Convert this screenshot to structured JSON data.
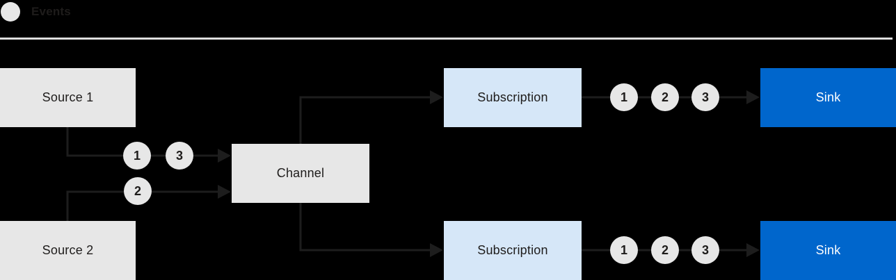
{
  "legend": {
    "label": "Events"
  },
  "colors": {
    "background": "#000000",
    "box_gray": "#E7E7E7",
    "subscription_blue": "#D6E7F8",
    "sink_blue": "#0066CC",
    "line": "#1D1D1D",
    "divider": "#DEDEDE",
    "text_dark": "#1E1C1B",
    "text_light": "#FFFFFF"
  },
  "nodes": {
    "source1": {
      "label": "Source 1"
    },
    "source2": {
      "label": "Source 2"
    },
    "channel": {
      "label": "Channel"
    },
    "subscription_top": {
      "label": "Subscription"
    },
    "subscription_bottom": {
      "label": "Subscription"
    },
    "sink_top": {
      "label": "Sink"
    },
    "sink_bottom": {
      "label": "Sink"
    }
  },
  "events": {
    "source1_to_channel": [
      "1",
      "3"
    ],
    "source2_to_channel": [
      "2"
    ],
    "subscription_top_to_sink": [
      "1",
      "2",
      "3"
    ],
    "subscription_bottom_to_sink": [
      "1",
      "2",
      "3"
    ]
  }
}
